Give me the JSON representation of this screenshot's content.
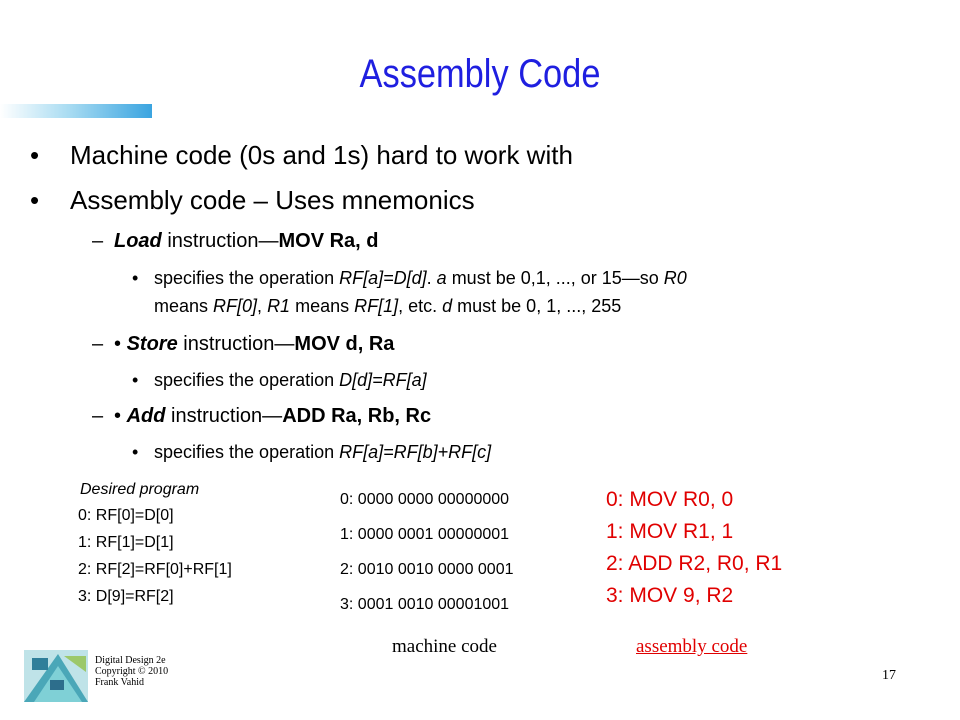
{
  "slide": {
    "title": "Assembly Code",
    "bullet_1": "Machine code (0s and 1s) hard to work with",
    "bullet_2": "Assembly code – Uses mnemonics",
    "load": {
      "dash": "–",
      "keyword": "Load",
      "text": " instruction—",
      "syntax": "MOV Ra, d",
      "detail_bullet": "•",
      "detail_line1_parts": [
        " specifies the operation ",
        "RF[a]=D[d]",
        ". ",
        "a",
        " must be 0,1, ..., or 15—so ",
        "R0"
      ],
      "detail_line2_parts": [
        "means ",
        "RF[0]",
        ", ",
        "R1",
        " means ",
        "RF[1]",
        ", etc. ",
        "d",
        " must be 0, 1, ..., 255"
      ]
    },
    "store": {
      "dash": "–",
      "bullet": "•",
      "keyword": "Store",
      "text": " instruction—",
      "syntax": "MOV d, Ra",
      "detail_bullet": "•",
      "detail_prefix": " specifies the operation ",
      "detail_op": "D[d]=RF[a]"
    },
    "add": {
      "dash": "–",
      "bullet": "•",
      "keyword": "Add",
      "text": " instruction—",
      "syntax": "ADD Ra, Rb, Rc",
      "detail_bullet": "•",
      "detail_prefix": " specifies the operation ",
      "detail_op": "RF[a]=RF[b]+RF[c]"
    },
    "bullet_symbol": "•",
    "program": {
      "heading": "Desired program",
      "lines": [
        "0: RF[0]=D[0]",
        "1: RF[1]=D[1]",
        "2: RF[2]=RF[0]+RF[1]",
        "3: D[9]=RF[2]"
      ]
    },
    "machine_code": [
      "0: 0000 0000 00000000",
      "1: 0000 0001 00000001",
      "2: 0010 0010 0000 0001",
      "3: 0001 0010 00001001"
    ],
    "assembly_code": [
      "0: MOV R0, 0",
      "1: MOV R1, 1",
      "2: ADD R2, R0, R1",
      "3: MOV 9, R2"
    ],
    "caption_machine": "machine code",
    "caption_assembly": "assembly code",
    "footer": [
      "Digital Design 2e",
      "Copyright © 2010",
      "Frank Vahid"
    ],
    "page_number": "17",
    "colors": {
      "title": "#1f1fe0",
      "assembly": "#e00000",
      "accent_bar": "#3aa4e0"
    }
  }
}
